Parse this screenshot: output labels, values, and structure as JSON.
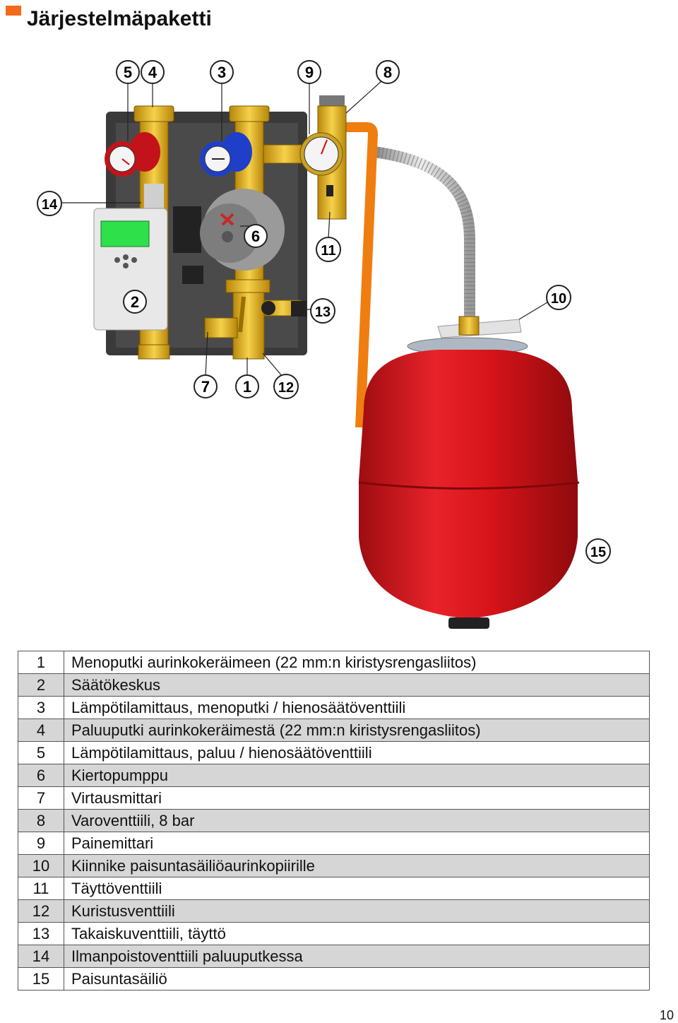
{
  "header": {
    "title": "Järjestelmäpaketti",
    "accent_color": "#f26a1b"
  },
  "figure": {
    "callouts": [
      "5",
      "4",
      "3",
      "9",
      "8",
      "14",
      "6",
      "11",
      "10",
      "2",
      "13",
      "7",
      "1",
      "12",
      "15"
    ],
    "tank_color": "#d7141a"
  },
  "parts": [
    {
      "num": "1",
      "desc": "Menoputki aurinkokeräimeen (22 mm:n kiristysrengasliitos)"
    },
    {
      "num": "2",
      "desc": "Säätökeskus"
    },
    {
      "num": "3",
      "desc": "Lämpötilamittaus, menoputki / hienosäätöventtiili"
    },
    {
      "num": "4",
      "desc": "Paluuputki aurinkokeräimestä (22 mm:n kiristysrengasliitos)"
    },
    {
      "num": "5",
      "desc": "Lämpötilamittaus, paluu / hienosäätöventtiili"
    },
    {
      "num": "6",
      "desc": "Kiertopumppu"
    },
    {
      "num": "7",
      "desc": "Virtausmittari"
    },
    {
      "num": "8",
      "desc": "Varoventtiili, 8 bar"
    },
    {
      "num": "9",
      "desc": "Painemittari"
    },
    {
      "num": "10",
      "desc": "Kiinnike paisuntasäiliöaurinkopiirille"
    },
    {
      "num": "11",
      "desc": "Täyttöventtiili"
    },
    {
      "num": "12",
      "desc": "Kuristusventtiili"
    },
    {
      "num": "13",
      "desc": "Takaiskuventtiili, täyttö"
    },
    {
      "num": "14",
      "desc": "Ilmanpoistoventtiili paluuputkessa"
    },
    {
      "num": "15",
      "desc": "Paisuntasäiliö"
    }
  ],
  "page_number": "10"
}
